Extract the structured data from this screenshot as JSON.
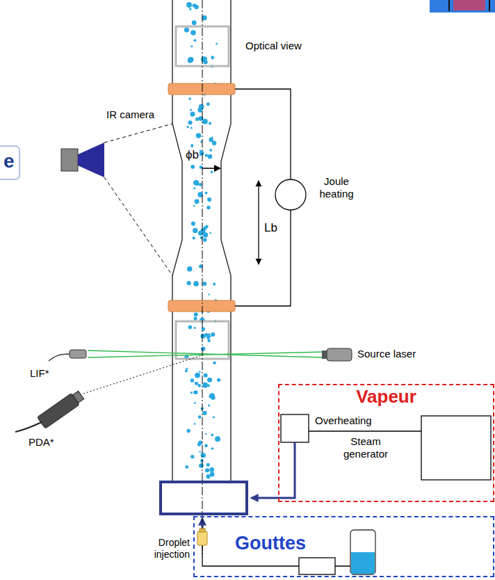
{
  "diagram": {
    "nodes": [
      {
        "text": [
          "Vapeur"
        ]
      },
      {
        "text": [
          "Gouttes"
        ]
      }
    ],
    "labels": [
      "Optical view",
      "IR camera",
      "e",
      "Joule heating",
      "ϕb",
      "Lb",
      "Source laser",
      "LIF*",
      "PDA*",
      "Overheating",
      "Steam generator",
      "Droplet injection"
    ]
  }
}
